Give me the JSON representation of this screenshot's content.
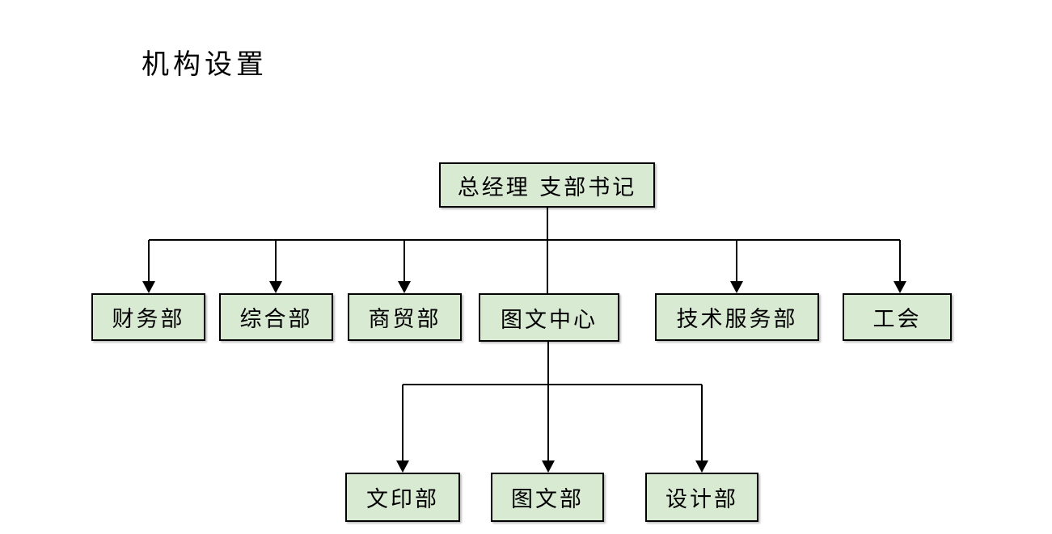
{
  "page": {
    "title": "机构设置"
  },
  "colors": {
    "node_fill": "#d9ead3",
    "node_border": "#000000",
    "connector": "#000000",
    "background": "#ffffff"
  },
  "org_chart": {
    "root": {
      "label": "总经理 支部书记"
    },
    "departments": [
      {
        "label": "财务部"
      },
      {
        "label": "综合部"
      },
      {
        "label": "商贸部"
      },
      {
        "label": "图文中心"
      },
      {
        "label": "技术服务部"
      },
      {
        "label": "工会"
      }
    ],
    "graphics_center_sub_departments": [
      {
        "label": "文印部"
      },
      {
        "label": "图文部"
      },
      {
        "label": "设计部"
      }
    ]
  }
}
